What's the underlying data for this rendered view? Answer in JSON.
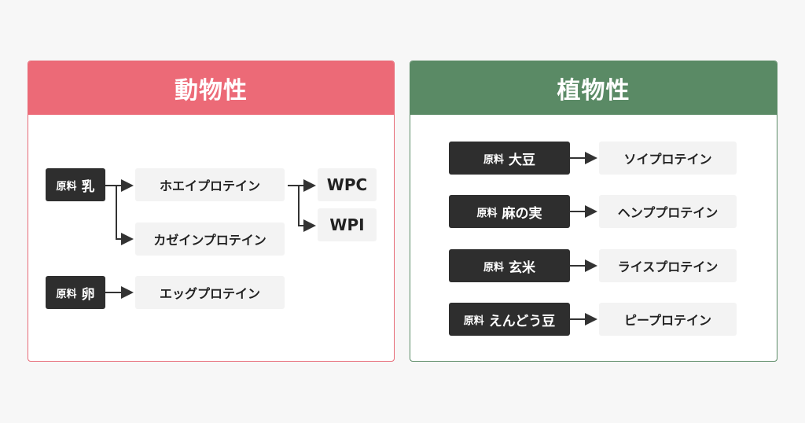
{
  "colors": {
    "animal": "#ec6a77",
    "plant": "#5a8a65",
    "source_box": "#2e2e2e",
    "product_box": "#f3f3f3"
  },
  "animal": {
    "title": "動物性",
    "sources": [
      {
        "prefix": "原料",
        "name": "乳"
      },
      {
        "prefix": "原料",
        "name": "卵"
      }
    ],
    "products": [
      "ホエイプロテイン",
      "カゼインプロテイン",
      "エッグプロテイン"
    ],
    "whey_types": [
      "WPC",
      "WPI"
    ]
  },
  "plant": {
    "title": "植物性",
    "rows": [
      {
        "prefix": "原料",
        "name": "大豆",
        "product": "ソイプロテイン"
      },
      {
        "prefix": "原料",
        "name": "麻の実",
        "product": "ヘンププロテイン"
      },
      {
        "prefix": "原料",
        "name": "玄米",
        "product": "ライスプロテイン"
      },
      {
        "prefix": "原料",
        "name": "えんどう豆",
        "product": "ピープロテイン"
      }
    ]
  }
}
